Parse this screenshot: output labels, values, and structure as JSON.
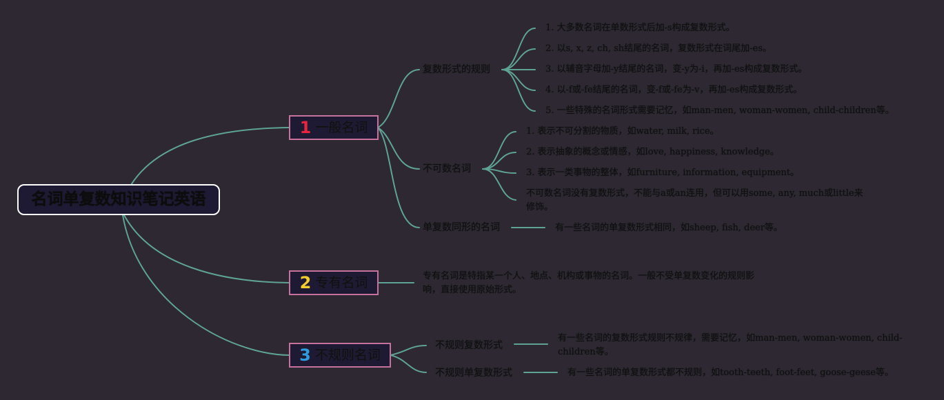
{
  "theme": {
    "background": "#2d2831",
    "link_color": "#5fa396",
    "branch_border": "#c7719d",
    "node_fill": "#1f1a33",
    "badge_colors": [
      "#e8243e",
      "#f2cd2e",
      "#2e9ddf"
    ]
  },
  "root": {
    "label": "名词单复数知识笔记英语"
  },
  "branches": [
    {
      "number": "1",
      "label": "一般名词",
      "children": [
        {
          "label": "复数形式的规则",
          "leaves": [
            "1. 大多数名词在单数形式后加-s构成复数形式。",
            "2. 以s, x, z, ch, sh结尾的名词，复数形式在词尾加-es。",
            "3. 以辅音字母加-y结尾的名词，变-y为-i，再加-es构成复数形式。",
            "4. 以-f或-fe结尾的名词，变-f或-fe为-v，再加-es构成复数形式。",
            "5. 一些特殊的名词形式需要记忆，如man-men, woman-women, child-children等。"
          ]
        },
        {
          "label": "不可数名词",
          "leaves": [
            "1. 表示不可分割的物质，如water, milk, rice。",
            "2. 表示抽象的概念或情感，如love, happiness, knowledge。",
            "3. 表示一类事物的整体，如furniture, information, equipment。",
            "不可数名词没有复数形式，不能与a或an连用，但可以用some, any, much或little来修饰。"
          ]
        },
        {
          "label": "单复数同形的名词",
          "leaves": [
            "有一些名词的单复数形式相同，如sheep, fish, deer等。"
          ]
        }
      ]
    },
    {
      "number": "2",
      "label": "专有名词",
      "text": "专有名词是特指某一个人、地点、机构或事物的名词。一般不受单复数变化的规则影响，直接使用原始形式。"
    },
    {
      "number": "3",
      "label": "不规则名词",
      "children": [
        {
          "label": "不规则复数形式",
          "leaves": [
            "有一些名词的复数形式规则不规律，需要记忆，如man-men, woman-women, child-children等。"
          ]
        },
        {
          "label": "不规则单复数形式",
          "leaves": [
            "有一些名词的单复数形式都不规则，如tooth-teeth, foot-feet, goose-geese等。"
          ]
        }
      ]
    }
  ]
}
